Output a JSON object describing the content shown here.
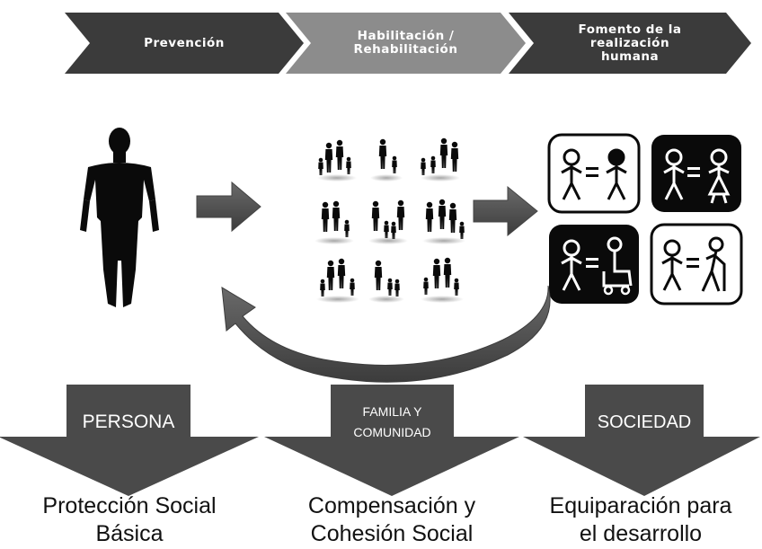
{
  "stages": [
    {
      "label": "Prevención"
    },
    {
      "label": "Habilitación /\nRehabilitación"
    },
    {
      "label": "Fomento de la\nrealización\nhumana"
    }
  ],
  "pillars": [
    {
      "label": "PERSONA"
    },
    {
      "label": "FAMILIA Y\nCOMUNIDAD"
    },
    {
      "label": "SOCIEDAD"
    }
  ],
  "outcomes": [
    {
      "text": "Protección Social\nBásica"
    },
    {
      "text": "Compensación y\nCohesión Social"
    },
    {
      "text": "Equiparación para\nel desarrollo"
    }
  ],
  "colors": {
    "chevron_dark": "#3b3b3b",
    "chevron_light": "#8c8c8c",
    "arrow_gray": "#555555",
    "pillar_arrow": "#4a4a4a",
    "figure": "#0a0a0a"
  },
  "icons": [
    "human-body-silhouette",
    "family-silhouettes-grid",
    "equality-man-woman-icons",
    "equality-wheelchair-elderly-icons",
    "curved-return-arrow"
  ]
}
